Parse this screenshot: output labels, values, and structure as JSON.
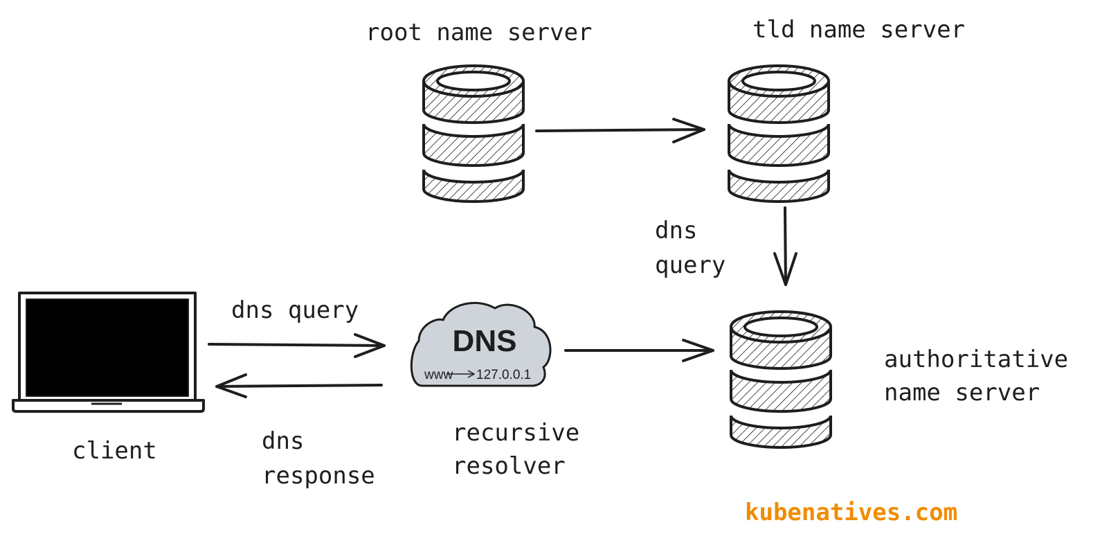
{
  "labels": {
    "root_server": "root name server",
    "tld_server": "tld name server",
    "dns_query_vertical_line1": "dns",
    "dns_query_vertical_line2": "query",
    "dns_query_client": "dns query",
    "dns_response_line1": "dns",
    "dns_response_line2": "response",
    "client": "client",
    "resolver_line1": "recursive",
    "resolver_line2": "resolver",
    "authoritative_line1": "authoritative",
    "authoritative_line2": "name server"
  },
  "cloud": {
    "title": "DNS",
    "mapping_from": "www",
    "mapping_to": "127.0.0.1"
  },
  "brand": {
    "text": "kubenatives.com",
    "color": "#f08c00"
  },
  "colors": {
    "stroke": "#1e1e1e",
    "cloud_fill": "#ced4da",
    "screen_fill": "#000000"
  }
}
